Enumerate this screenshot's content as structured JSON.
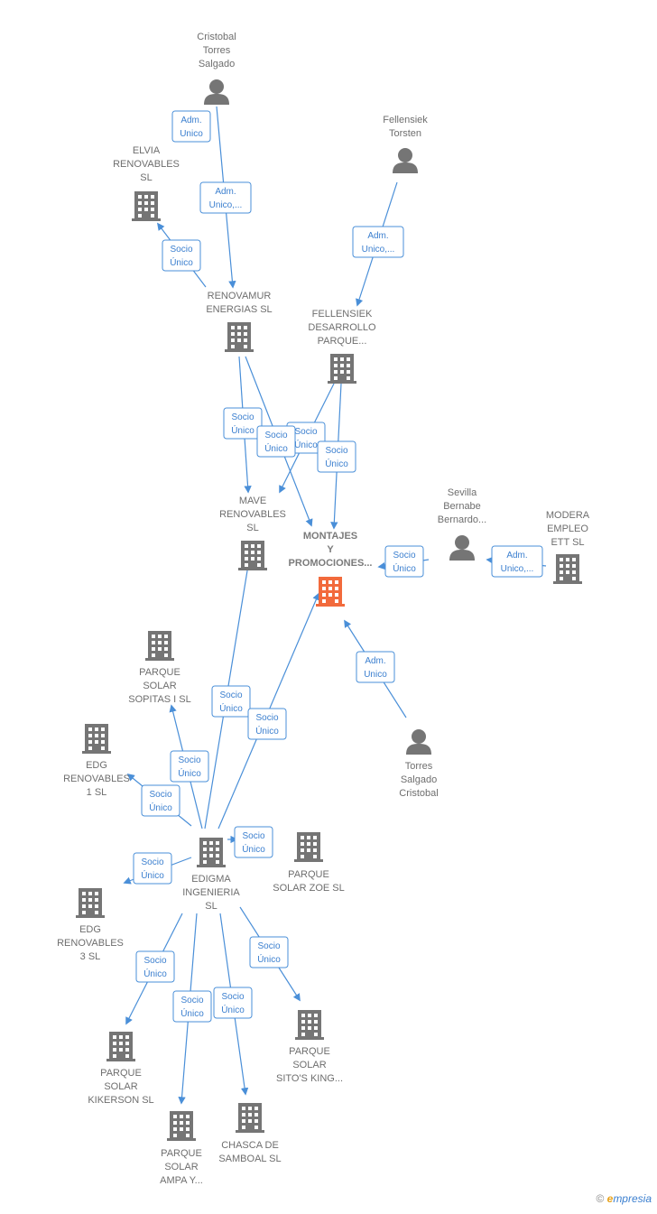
{
  "colors": {
    "edge": "#4a8fd8",
    "node": "#757575",
    "main_node": "#f26a3c"
  },
  "nodes": [
    {
      "id": "cristobal",
      "type": "person",
      "lines": [
        "Cristobal",
        "Torres",
        "Salgado"
      ]
    },
    {
      "id": "fellensiek_t",
      "type": "person",
      "lines": [
        "Fellensiek",
        "Torsten"
      ]
    },
    {
      "id": "elvia",
      "type": "company",
      "lines": [
        "ELVIA",
        "RENOVABLES",
        "SL"
      ]
    },
    {
      "id": "renovamur",
      "type": "company",
      "lines": [
        "RENOVAMUR",
        "ENERGIAS  SL"
      ]
    },
    {
      "id": "fellensiek_d",
      "type": "company",
      "lines": [
        "FELLENSIEK",
        "DESARROLLO",
        "PARQUE..."
      ]
    },
    {
      "id": "mave",
      "type": "company",
      "lines": [
        "MAVE",
        "RENOVABLES",
        "SL"
      ]
    },
    {
      "id": "montajes",
      "type": "main",
      "lines": [
        "MONTAJES",
        "Y",
        "PROMOCIONES..."
      ]
    },
    {
      "id": "sevilla",
      "type": "person",
      "lines": [
        "Sevilla",
        "Bernabe",
        "Bernardo..."
      ]
    },
    {
      "id": "modera",
      "type": "company",
      "lines": [
        "MODERA",
        "EMPLEO",
        "ETT  SL"
      ]
    },
    {
      "id": "torres",
      "type": "person",
      "lines": [
        "Torres",
        "Salgado",
        "Cristobal"
      ]
    },
    {
      "id": "sopitas",
      "type": "company",
      "lines": [
        "PARQUE",
        "SOLAR",
        "SOPITAS I  SL"
      ]
    },
    {
      "id": "edg1",
      "type": "company",
      "lines": [
        "EDG",
        "RENOVABLES",
        "1  SL"
      ]
    },
    {
      "id": "edigma",
      "type": "company",
      "lines": [
        "EDIGMA",
        "INGENIERIA",
        "SL"
      ]
    },
    {
      "id": "zoe",
      "type": "company",
      "lines": [
        "PARQUE",
        "SOLAR ZOE  SL"
      ]
    },
    {
      "id": "edg3",
      "type": "company",
      "lines": [
        "EDG",
        "RENOVABLES",
        "3  SL"
      ]
    },
    {
      "id": "sitos",
      "type": "company",
      "lines": [
        "PARQUE",
        "SOLAR",
        "SITO'S KING..."
      ]
    },
    {
      "id": "kikerson",
      "type": "company",
      "lines": [
        "PARQUE",
        "SOLAR",
        "KIKERSON  SL"
      ]
    },
    {
      "id": "chasca",
      "type": "company",
      "lines": [
        "CHASCA DE",
        "SAMBOAL  SL"
      ]
    },
    {
      "id": "ampa",
      "type": "company",
      "lines": [
        "PARQUE",
        "SOLAR",
        "AMPA Y..."
      ]
    }
  ],
  "badges": [
    {
      "id": "b1",
      "lines": [
        "Adm.",
        "Unico"
      ]
    },
    {
      "id": "b2",
      "lines": [
        "Adm.",
        "Unico,..."
      ]
    },
    {
      "id": "b3",
      "lines": [
        "Socio",
        "Único"
      ]
    },
    {
      "id": "b4",
      "lines": [
        "Adm.",
        "Unico,..."
      ]
    },
    {
      "id": "b5",
      "lines": [
        "Socio",
        "Único"
      ]
    },
    {
      "id": "b6",
      "lines": [
        "Socio",
        "Único"
      ]
    },
    {
      "id": "b7",
      "lines": [
        "Socio",
        "Único"
      ]
    },
    {
      "id": "b8",
      "lines": [
        "Socio",
        "Único"
      ]
    },
    {
      "id": "b9",
      "lines": [
        "Socio",
        "Único"
      ]
    },
    {
      "id": "b10",
      "lines": [
        "Adm.",
        "Unico,..."
      ]
    },
    {
      "id": "b11",
      "lines": [
        "Adm.",
        "Unico"
      ]
    },
    {
      "id": "b12",
      "lines": [
        "Socio",
        "Único"
      ]
    },
    {
      "id": "b13",
      "lines": [
        "Socio",
        "Único"
      ]
    },
    {
      "id": "b14",
      "lines": [
        "Socio",
        "Único"
      ]
    },
    {
      "id": "b15",
      "lines": [
        "Socio",
        "Único"
      ]
    },
    {
      "id": "b16",
      "lines": [
        "Socio",
        "Único"
      ]
    },
    {
      "id": "b17",
      "lines": [
        "Socio",
        "Único"
      ]
    },
    {
      "id": "b18",
      "lines": [
        "Socio",
        "Único"
      ]
    },
    {
      "id": "b19",
      "lines": [
        "Socio",
        "Único"
      ]
    },
    {
      "id": "b20",
      "lines": [
        "Socio",
        "Único"
      ]
    },
    {
      "id": "b21",
      "lines": [
        "Socio",
        "Único"
      ]
    }
  ],
  "footer": {
    "copyright": "©",
    "brand_e": "e",
    "brand_rest": "mpresia"
  }
}
